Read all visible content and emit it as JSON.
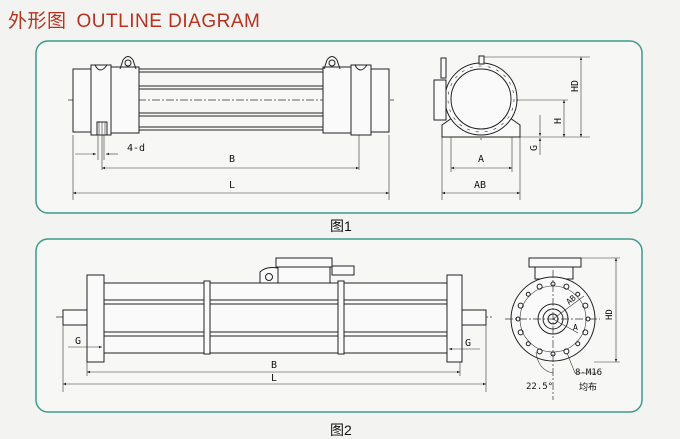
{
  "title": {
    "cn": "外形图",
    "en": "OUTLINE DIAGRAM",
    "color": "#b8321e"
  },
  "panel_border_color": "#3d9a8c",
  "figure1": {
    "caption": "图1",
    "labels": {
      "hole": "4-d",
      "B": "B",
      "L": "L",
      "A": "A",
      "AB": "AB",
      "H": "H",
      "HD": "HD",
      "G": "G"
    }
  },
  "figure2": {
    "caption": "图2",
    "labels": {
      "B": "B",
      "L": "L",
      "G_left": "G",
      "G_right": "G",
      "HD": "HD",
      "A": "A",
      "AB": "AB",
      "angle": "22.5°",
      "bolts": "8-M16",
      "bolts_note": "均布"
    }
  }
}
